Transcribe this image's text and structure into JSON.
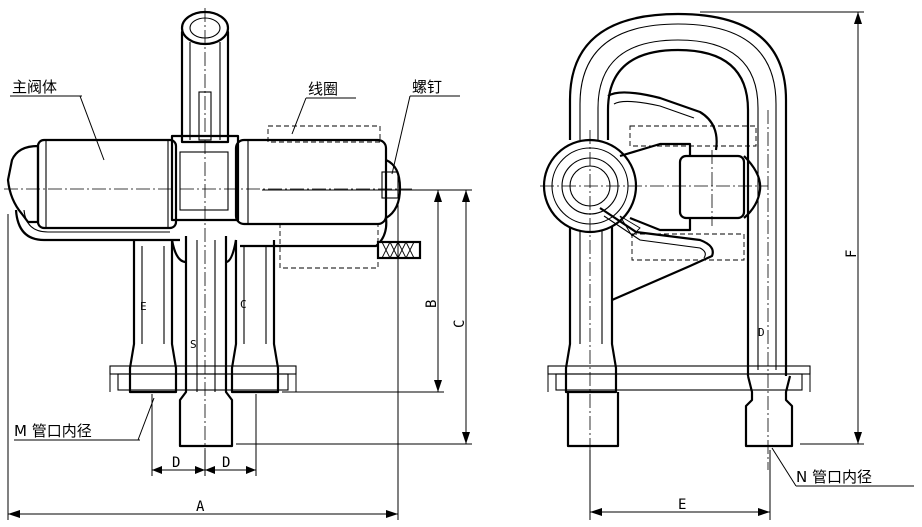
{
  "labels": {
    "main_body": "主阀体",
    "coil": "线圈",
    "screw": "螺钉",
    "m_inner": "M 管口内径",
    "n_inner": "N 管口内径"
  },
  "dimensions": {
    "A": "A",
    "B": "B",
    "C": "C",
    "D1": "D",
    "D2": "D",
    "E_bottom": "E",
    "F": "F"
  },
  "pipes": {
    "E": "E",
    "S": "S",
    "C": "C",
    "D": "D"
  }
}
